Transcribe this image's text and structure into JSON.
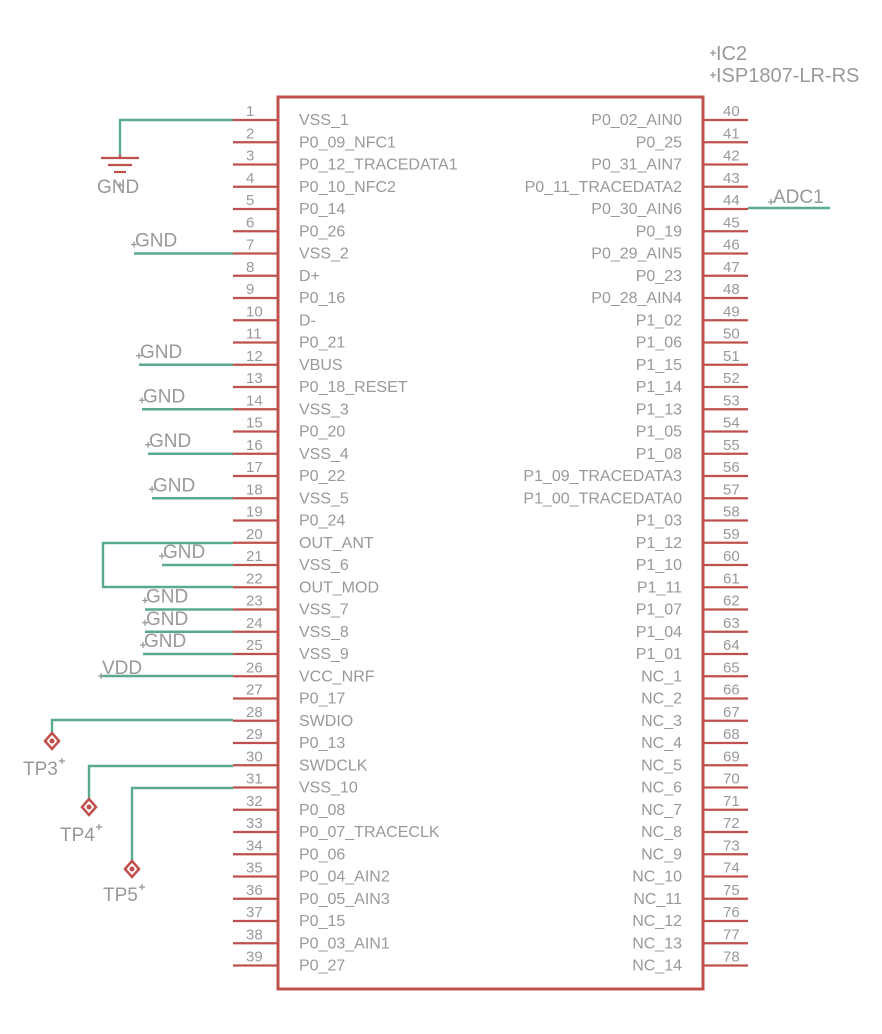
{
  "part": {
    "name": "IC2",
    "value": "ISP1807-LR-RS"
  },
  "colors": {
    "pin": "#c0504d",
    "wire": "#5aaa8c",
    "label": "#999999"
  },
  "left_pins": [
    {
      "num": "1",
      "name": "VSS_1"
    },
    {
      "num": "2",
      "name": "P0_09_NFC1"
    },
    {
      "num": "3",
      "name": "P0_12_TRACEDATA1"
    },
    {
      "num": "4",
      "name": "P0_10_NFC2"
    },
    {
      "num": "5",
      "name": "P0_14"
    },
    {
      "num": "6",
      "name": "P0_26"
    },
    {
      "num": "7",
      "name": "VSS_2"
    },
    {
      "num": "8",
      "name": "D+"
    },
    {
      "num": "9",
      "name": "P0_16"
    },
    {
      "num": "10",
      "name": "D-"
    },
    {
      "num": "11",
      "name": "P0_21"
    },
    {
      "num": "12",
      "name": "VBUS"
    },
    {
      "num": "13",
      "name": "P0_18_RESET"
    },
    {
      "num": "14",
      "name": "VSS_3"
    },
    {
      "num": "15",
      "name": "P0_20"
    },
    {
      "num": "16",
      "name": "VSS_4"
    },
    {
      "num": "17",
      "name": "P0_22"
    },
    {
      "num": "18",
      "name": "VSS_5"
    },
    {
      "num": "19",
      "name": "P0_24"
    },
    {
      "num": "20",
      "name": "OUT_ANT"
    },
    {
      "num": "21",
      "name": "VSS_6"
    },
    {
      "num": "22",
      "name": "OUT_MOD"
    },
    {
      "num": "23",
      "name": "VSS_7"
    },
    {
      "num": "24",
      "name": "VSS_8"
    },
    {
      "num": "25",
      "name": "VSS_9"
    },
    {
      "num": "26",
      "name": "VCC_NRF"
    },
    {
      "num": "27",
      "name": "P0_17"
    },
    {
      "num": "28",
      "name": "SWDIO"
    },
    {
      "num": "29",
      "name": "P0_13"
    },
    {
      "num": "30",
      "name": "SWDCLK"
    },
    {
      "num": "31",
      "name": "VSS_10"
    },
    {
      "num": "32",
      "name": "P0_08"
    },
    {
      "num": "33",
      "name": "P0_07_TRACECLK"
    },
    {
      "num": "34",
      "name": "P0_06"
    },
    {
      "num": "35",
      "name": "P0_04_AIN2"
    },
    {
      "num": "36",
      "name": "P0_05_AIN3"
    },
    {
      "num": "37",
      "name": "P0_15"
    },
    {
      "num": "38",
      "name": "P0_03_AIN1"
    },
    {
      "num": "39",
      "name": "P0_27"
    }
  ],
  "right_pins": [
    {
      "num": "40",
      "name": "P0_02_AIN0"
    },
    {
      "num": "41",
      "name": "P0_25"
    },
    {
      "num": "42",
      "name": "P0_31_AIN7"
    },
    {
      "num": "43",
      "name": "P0_11_TRACEDATA2"
    },
    {
      "num": "44",
      "name": "P0_30_AIN6"
    },
    {
      "num": "45",
      "name": "P0_19"
    },
    {
      "num": "46",
      "name": "P0_29_AIN5"
    },
    {
      "num": "47",
      "name": "P0_23"
    },
    {
      "num": "48",
      "name": "P0_28_AIN4"
    },
    {
      "num": "49",
      "name": "P1_02"
    },
    {
      "num": "50",
      "name": "P1_06"
    },
    {
      "num": "51",
      "name": "P1_15"
    },
    {
      "num": "52",
      "name": "P1_14"
    },
    {
      "num": "53",
      "name": "P1_13"
    },
    {
      "num": "54",
      "name": "P1_05"
    },
    {
      "num": "55",
      "name": "P1_08"
    },
    {
      "num": "56",
      "name": "P1_09_TRACEDATA3"
    },
    {
      "num": "57",
      "name": "P1_00_TRACEDATA0"
    },
    {
      "num": "58",
      "name": "P1_03"
    },
    {
      "num": "59",
      "name": "P1_12"
    },
    {
      "num": "60",
      "name": "P1_10"
    },
    {
      "num": "61",
      "name": "P1_11"
    },
    {
      "num": "62",
      "name": "P1_07"
    },
    {
      "num": "63",
      "name": "P1_04"
    },
    {
      "num": "64",
      "name": "P1_01"
    },
    {
      "num": "65",
      "name": "NC_1"
    },
    {
      "num": "66",
      "name": "NC_2"
    },
    {
      "num": "67",
      "name": "NC_3"
    },
    {
      "num": "68",
      "name": "NC_4"
    },
    {
      "num": "69",
      "name": "NC_5"
    },
    {
      "num": "70",
      "name": "NC_6"
    },
    {
      "num": "71",
      "name": "NC_7"
    },
    {
      "num": "72",
      "name": "NC_8"
    },
    {
      "num": "73",
      "name": "NC_9"
    },
    {
      "num": "74",
      "name": "NC_10"
    },
    {
      "num": "75",
      "name": "NC_11"
    },
    {
      "num": "76",
      "name": "NC_12"
    },
    {
      "num": "77",
      "name": "NC_13"
    },
    {
      "num": "78",
      "name": "NC_14"
    }
  ],
  "nets": {
    "gnd_symbol": "GND",
    "gnd_labels": [
      "GND",
      "GND",
      "GND",
      "GND",
      "GND",
      "GND",
      "GND",
      "GND",
      "GND"
    ],
    "vdd": "VDD",
    "adc": "ADC1"
  },
  "test_points": [
    "TP3",
    "TP4",
    "TP5"
  ]
}
